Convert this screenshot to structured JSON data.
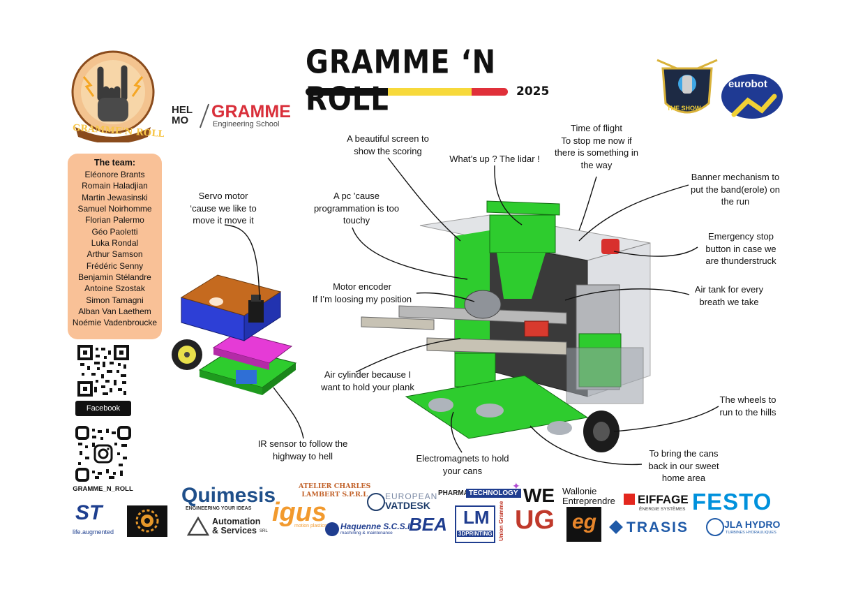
{
  "header": {
    "title": "GRAMME ‘N ROLL",
    "year": "2025",
    "flag_colors": [
      "#111111",
      "#f7d93b",
      "#e0303a"
    ]
  },
  "logos": {
    "team_logo_text": "GRAMME'N ROLL",
    "helmo": "HEL\nMO",
    "gramme": "GRAMME",
    "gramme_sub": "Engineering School",
    "the_show": "THE SHOW",
    "eurobot": "eurobot"
  },
  "team": {
    "title": "The team:",
    "members": [
      "Eléonore Brants",
      "Romain Haladjian",
      "Martin Jewasinski",
      "Samuel Noirhomme",
      "Florian Palermo",
      "Géo Paoletti",
      "Luka Rondal",
      "Arthur Samson",
      "Frédéric Senny",
      "Benjamin Stélandre",
      "Antoine Szostak",
      "Simon Tamagni",
      "Alban Van Laethem",
      "Noémie Vadenbroucke"
    ]
  },
  "social": {
    "facebook_label": "Facebook",
    "instagram_handle": "GRAMME_N_ROLL"
  },
  "annotations": {
    "servo": "Servo motor\n‘cause we like to\nmove it move it",
    "ir": "IR sensor to follow the\nhighway to hell",
    "screen": "A beautiful screen to\nshow the scoring",
    "pc": "A pc 'cause\nprogrammation is too\ntouchy",
    "lidar": "What’s up ? The lidar !",
    "tof": "Time of flight\nTo stop me now if\nthere is something in\nthe way",
    "banner": "Banner mechanism to\nput the band(erole) on\nthe run",
    "estop": "Emergency stop\nbutton in case we\nare thunderstruck",
    "airtank": "Air tank for every\nbreath we take",
    "encoder": "Motor encoder\nIf I’m loosing my position",
    "cylinder": "Air cylinder because I\nwant to hold your plank",
    "wheels": "The wheels to\nrun to the hills",
    "cans": "To bring the cans\nback in our sweet\nhome area",
    "electromagnets": "Electromagnets to hold\nyour cans"
  },
  "sponsors": {
    "st": "ST",
    "st_sub": "life.augmented",
    "quimesis": "Quimesis",
    "quimesis_sub": "ENGINEERING YOUR IDEAS",
    "lambert": "ATELIER CHARLES\nLAMBERT S.P.R.L",
    "igus": "igus",
    "igus_sub": "motion plastics",
    "automation": "Automation\n& Services",
    "automation_srl": "SRL",
    "haquenne": "Haquenne S.C.S.I.",
    "haquenne_sub": "machining & maintenance",
    "european": "EUROPEAN",
    "vatdesk": "VATDESK",
    "bea": "BEA",
    "lm": "LM",
    "lm_sub": "3DPRINTING",
    "pharma": "PHARMA",
    "technology": "TECHNOLOGY",
    "union": "Union Gramme",
    "ug": "UG",
    "we": "WE",
    "wallonie": "Wallonie\nEntreprendre",
    "eg": "eg",
    "eiffage": "EIFFAGE",
    "eiffage_sub": "ÉNERGIE SYSTÈMES",
    "trasis": "TRASIS",
    "festo": "FESTO",
    "jla": "JLA HYDRO",
    "jla_sub": "TURBINES HYDRAULIQUES"
  },
  "colors": {
    "robot_green": "#2ecc2e",
    "robot_orange": "#c56a1f",
    "robot_blue": "#2d3fd6",
    "robot_magenta": "#e53bd6",
    "team_box": "#f9c197",
    "gramme_red": "#d92f3a",
    "festo_blue": "#0091dc"
  }
}
